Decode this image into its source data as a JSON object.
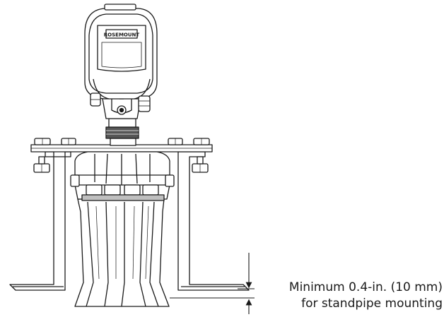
{
  "device": {
    "brand_text": "ROSEMOUNT"
  },
  "callout": {
    "line1": "Minimum 0.4-in. (10 mm)",
    "line2": "for standpipe mounting"
  },
  "colors": {
    "stroke": "#1a1a1a",
    "fill": "#ffffff",
    "shade": "#bfbfbf",
    "dark": "#555555"
  }
}
